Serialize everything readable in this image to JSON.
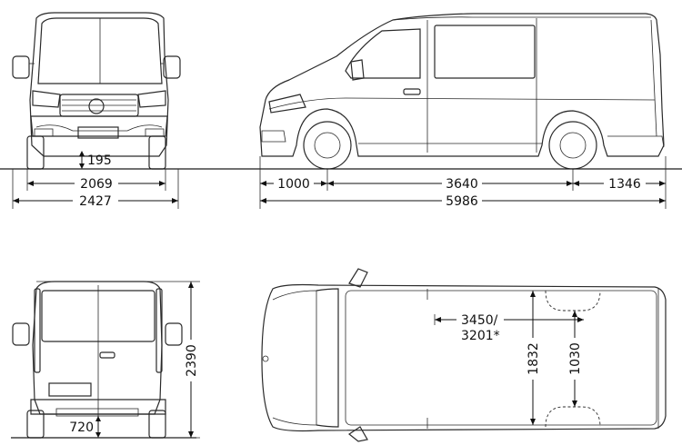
{
  "dimensions": {
    "ground_clearance": "195",
    "track_width": "2069",
    "overall_width": "2427",
    "front_overhang": "1000",
    "wheelbase": "3640",
    "rear_overhang": "1346",
    "overall_length": "5986",
    "overall_height": "2390",
    "rear_step_height": "720",
    "cargo_length_line1": "3450/",
    "cargo_length_line2": "3201*",
    "cargo_width": "1832",
    "width_between_wheel_arches": "1030"
  }
}
